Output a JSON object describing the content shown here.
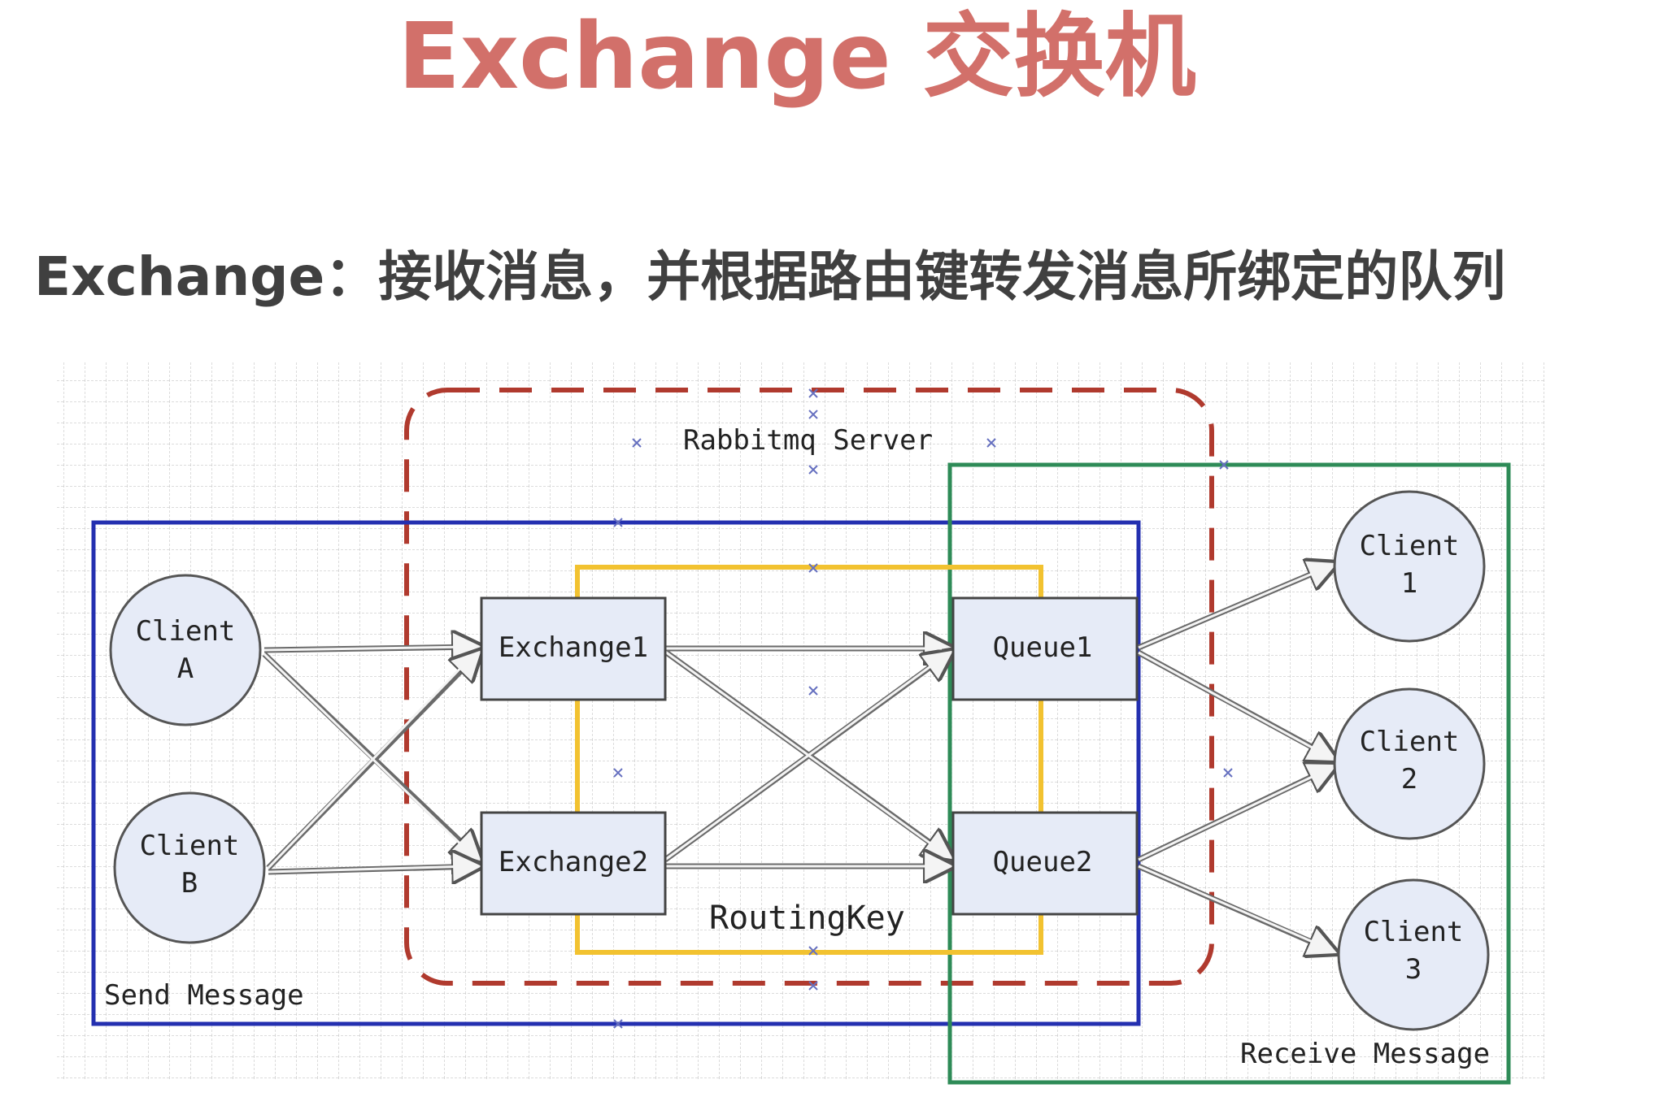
{
  "title": "Exchange 交换机",
  "subtitle": "Exchange：接收消息，并根据路由键转发消息所绑定的队列",
  "diagram": {
    "server_label": "Rabbitmq Server",
    "send_label": "Send Message",
    "receive_label": "Receive Message",
    "routing_label": "RoutingKey",
    "producers": [
      {
        "line1": "Client",
        "line2": "A"
      },
      {
        "line1": "Client",
        "line2": "B"
      }
    ],
    "exchanges": [
      "Exchange1",
      "Exchange2"
    ],
    "queues": [
      "Queue1",
      "Queue2"
    ],
    "consumers": [
      {
        "line1": "Client",
        "line2": "1"
      },
      {
        "line1": "Client",
        "line2": "2"
      },
      {
        "line1": "Client",
        "line2": "3"
      }
    ],
    "colors": {
      "title": "#d2706a",
      "server_border": "#b03a2e",
      "send_border": "#2430b0",
      "receive_border": "#2e8b57",
      "routing_border": "#f2c230",
      "node_fill": "#e6ebf7"
    }
  }
}
